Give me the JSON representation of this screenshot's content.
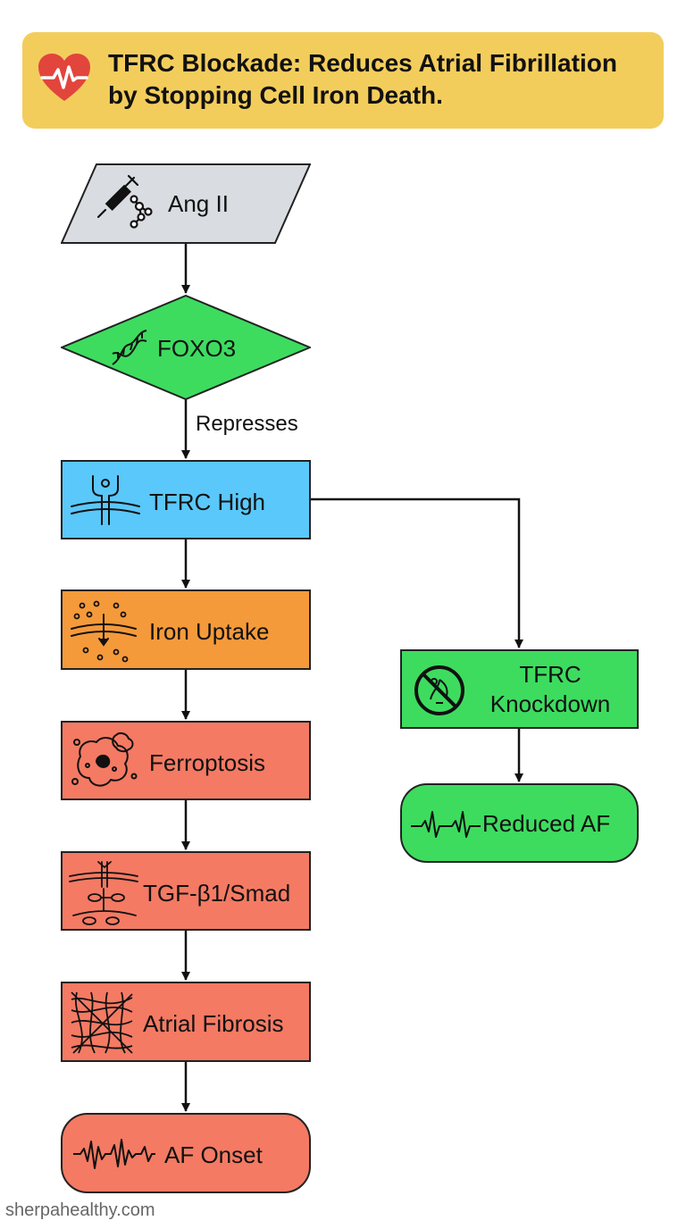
{
  "title": "TFRC Blockade: Reduces Atrial Fibrillation by Stopping Cell Iron Death.",
  "nodes": {
    "ang2": "Ang II",
    "foxo3": "FOXO3",
    "tfrc_high": "TFRC High",
    "iron_uptake": "Iron Uptake",
    "ferroptosis": "Ferroptosis",
    "tgf": "TGF-β1/Smad",
    "fibrosis": "Atrial Fibrosis",
    "af_onset": "AF Onset",
    "knockdown_line1": "TFRC",
    "knockdown_line2": "Knockdown",
    "reduced_af": "Reduced AF"
  },
  "edge_labels": {
    "represses": "Represses"
  },
  "watermark": "sherpahealthy.com",
  "colors": {
    "banner": "#f3cd5c",
    "heart": "#e2453c",
    "input_gray": "#d9dde2",
    "green": "#3ddc5f",
    "blue": "#5ac8fa",
    "orange": "#f59a3a",
    "salmon": "#f47a63"
  },
  "icons": [
    "heart-pulse-icon",
    "syringe-molecule-icon",
    "dna-icon",
    "receptor-icon",
    "iron-uptake-icon",
    "ferroptosis-cell-icon",
    "signaling-pathway-icon",
    "fibrosis-mesh-icon",
    "ecg-icon",
    "prohibit-icon"
  ]
}
